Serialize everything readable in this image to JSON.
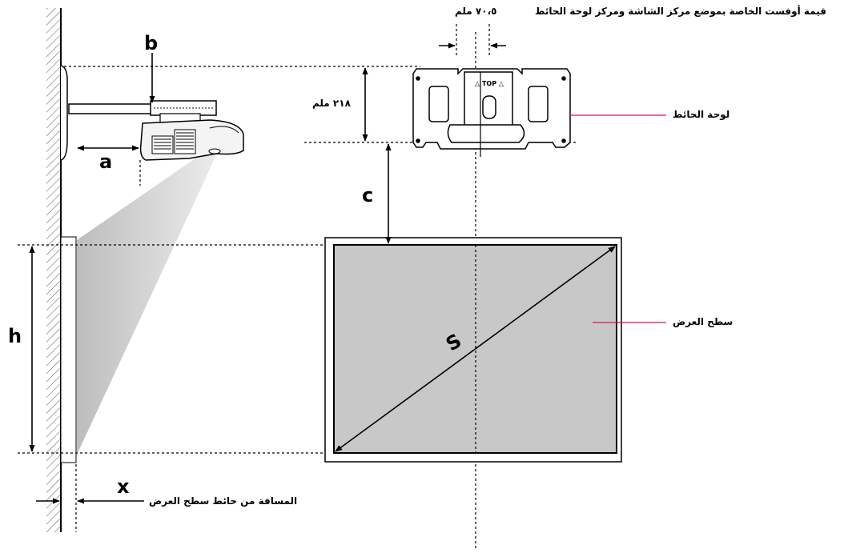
{
  "header": {
    "offset_title": "قيمة أوفست الخاصة بموضع مركز الشاشة ومركز لوحة الحائط",
    "offset_value": "٧٠،٥ ملم"
  },
  "dimensions": {
    "plate_height": "٢١٨ ملم",
    "a": "a",
    "b": "b",
    "c": "c",
    "h": "h",
    "s": "S",
    "x": "x"
  },
  "callouts": {
    "wall_plate": "لوحة الحائط",
    "projection_surface": "سطح العرض",
    "distance_from_wall": "المسافة من حائط سطح العرض"
  },
  "plate_marking": "TOP",
  "colors": {
    "callout_line": "#d4145a",
    "screen_fill": "#c8c8c8",
    "light_cone": "#dcdcdc",
    "line": "#000000"
  }
}
